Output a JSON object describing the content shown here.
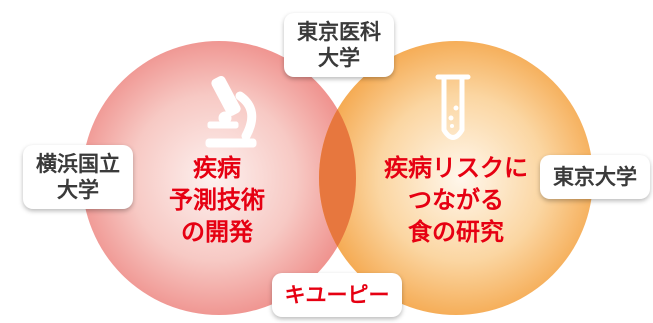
{
  "left_circle": {
    "text": "疾病\n予測技術\nの開発"
  },
  "right_circle": {
    "text": "疾病リスクに\nつながる\n食の研究"
  },
  "labels": {
    "top": "東京医科\n大学",
    "left": "横浜国立\n大学",
    "right": "東京大学",
    "bottom": "キユーピー"
  },
  "icons": {
    "left": "microscope-icon",
    "right": "test-tube-icon"
  },
  "colors": {
    "left_circle": "#ee8a86",
    "right_circle": "#f4a447",
    "overlap": "#e7773e",
    "accent_text": "#e60012",
    "label_text": "#3a3a3a"
  }
}
